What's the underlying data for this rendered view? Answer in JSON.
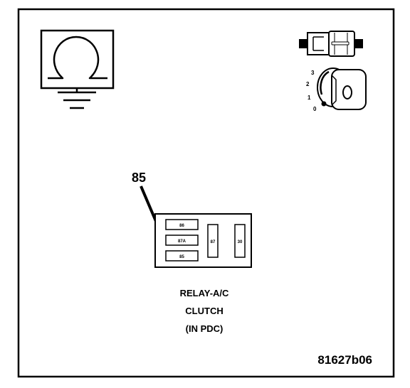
{
  "callout": {
    "pin_label": "85"
  },
  "relay": {
    "pins": {
      "p86": "86",
      "p87a": "87A",
      "p85": "85",
      "p87": "87",
      "p30": "30"
    },
    "caption": {
      "line1": "RELAY-A/C",
      "line2": "CLUTCH",
      "line3": "(IN PDC)"
    }
  },
  "ignition": {
    "positions": {
      "p3": "3",
      "p2": "2",
      "p1": "1",
      "p0": "0"
    }
  },
  "figure_id": "81627b06",
  "icons": {
    "meter": "ohmmeter-ground-icon",
    "connector": "connector-icon",
    "ignition": "ignition-key-icon"
  }
}
